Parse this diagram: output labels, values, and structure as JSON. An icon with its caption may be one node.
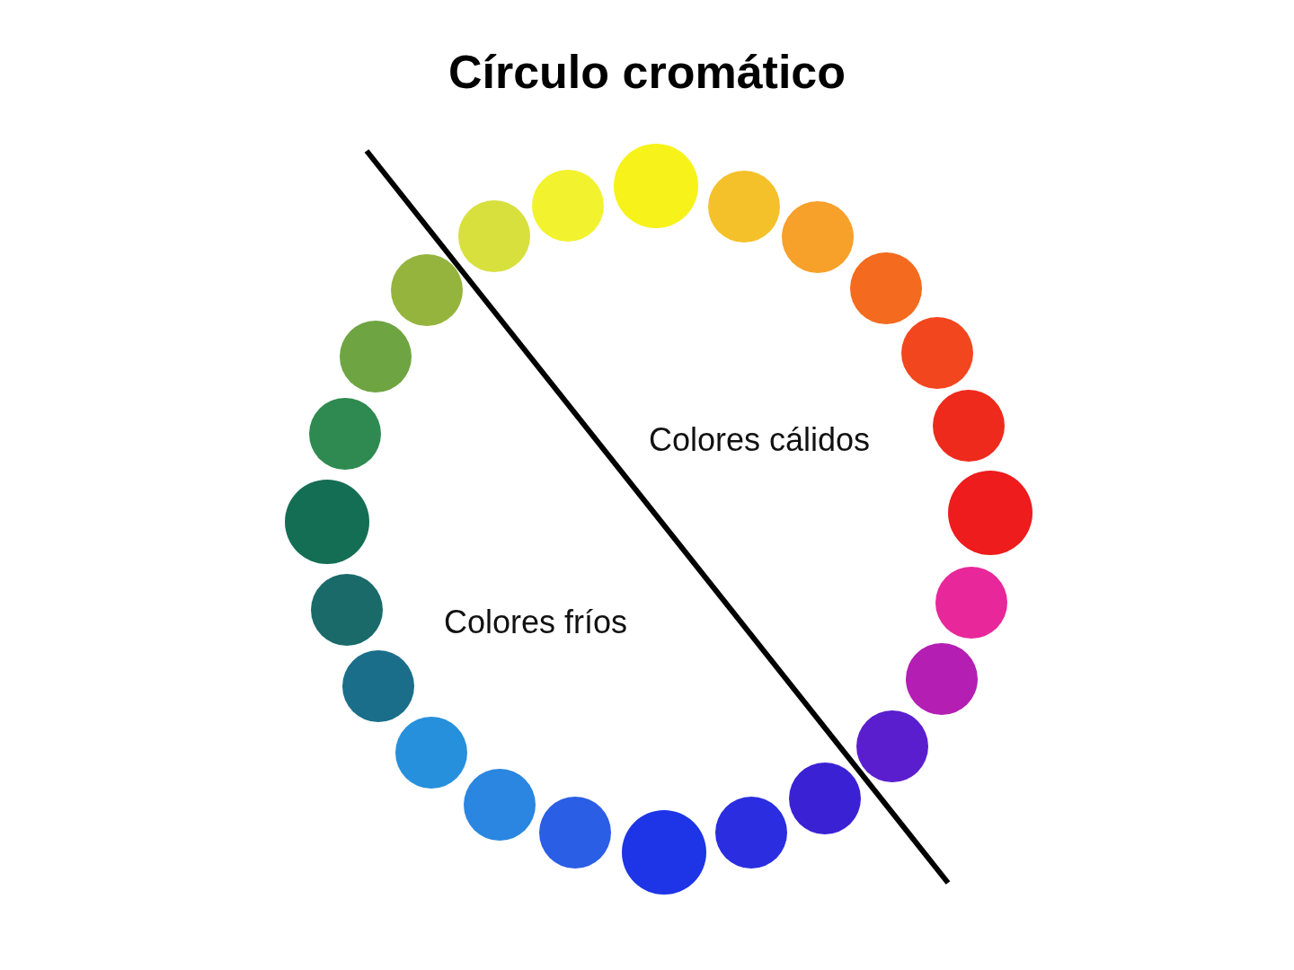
{
  "diagram": {
    "title": "Círculo cromático",
    "labels": [
      "Colores cálidos",
      "Colores fríos"
    ]
  }
}
